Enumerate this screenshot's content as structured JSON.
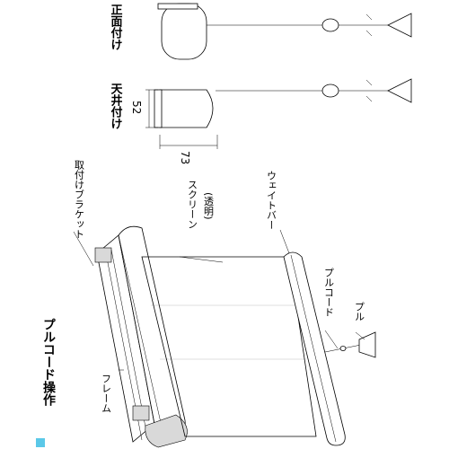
{
  "labels": {
    "title": "プルコード操作",
    "frame": "フレーム",
    "bracket": "取付けブラケット",
    "screen": "スクリーン",
    "screen_note": "(透明)",
    "weight_bar": "ウェイトバー",
    "pull_cord": "プルコード",
    "pull": "プル",
    "ceiling_mount": "天井付け",
    "face_mount": "正面付け",
    "dim_height": "52",
    "dim_width": "73"
  },
  "colors": {
    "accent": "#5bc8e8",
    "line": "#000000",
    "shade": "#d9d9d9"
  }
}
